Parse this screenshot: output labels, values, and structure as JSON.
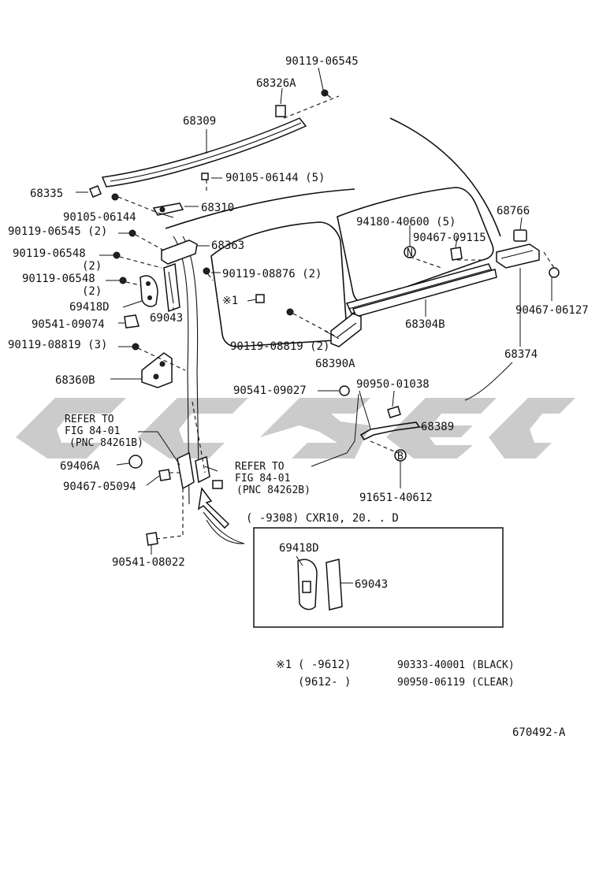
{
  "labels": {
    "p90119_06545_top": "90119-06545",
    "p68326A": "68326A",
    "p68309": "68309",
    "p90105_06144_5": "90105-06144 (5)",
    "p68335": "68335",
    "p90105_06144": "90105-06144",
    "p68310": "68310",
    "p90119_06545_2": "90119-06545 (2)",
    "p68363": "68363",
    "p90119_06548_a": "90119-06548",
    "p2_a": "(2)",
    "p90119_06548_b": "90119-06548",
    "p2_b": "(2)",
    "p69418D": "69418D",
    "p90119_08876_2": "90119-08876 (2)",
    "p90541_09074": "90541-09074",
    "p69043": "69043",
    "p90119_08819_3": "90119-08819 (3)",
    "p68360B": "68360B",
    "star1": "※1",
    "p90119_08819_2": "90119-08819 (2)",
    "p68390A": "68390A",
    "p94180_40600_5": "94180-40600 (5)",
    "p90467_09115": "90467-09115",
    "p68766": "68766",
    "p90467_06127": "90467-06127",
    "p68304B": "68304B",
    "p68374": "68374",
    "p90541_09027": "90541-09027",
    "p90950_01038": "90950-01038",
    "p68389": "68389",
    "p91651_40612": "91651-40612",
    "refer1_l1": "REFER TO",
    "refer1_l2": "FIG 84-01",
    "refer1_l3": "(PNC 84261B)",
    "p69406A": "69406A",
    "p90467_05094": "90467-05094",
    "refer2_l1": "REFER TO",
    "refer2_l2": "FIG 84-01",
    "refer2_l3": "(PNC 84262B)",
    "range_note": "(      -9308) CXR10, 20. . D",
    "p90541_08022": "90541-08022",
    "inset_69418D": "69418D",
    "inset_69043": "69043",
    "note1_mark": "※1",
    "note1_range": "(       -9612)",
    "note1_part": "90333-40001 (BLACK)",
    "note2_range": "(9612-       )",
    "note2_part": "90950-06119 (CLEAR)",
    "figure_id": "670492-A",
    "n_symbol": "N",
    "b_symbol": "B"
  },
  "watermark": {
    "color": "#b9b9b9"
  }
}
